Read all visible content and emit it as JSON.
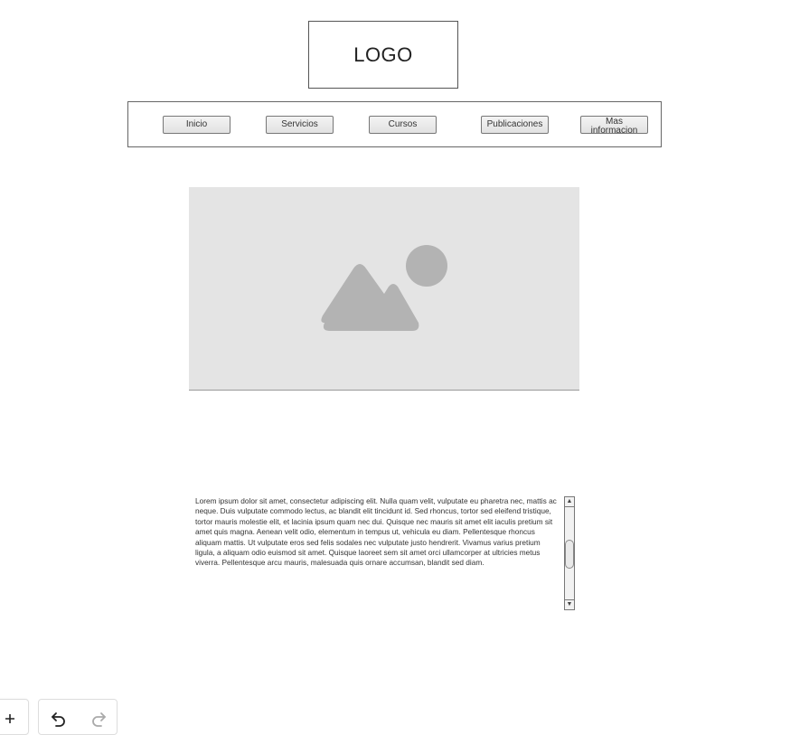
{
  "header": {
    "logo_text": "LOGO"
  },
  "nav": {
    "items": [
      {
        "label": "Inicio"
      },
      {
        "label": "Servicios"
      },
      {
        "label": "Cursos"
      },
      {
        "label": "Publicaciones"
      },
      {
        "label": "Mas informacion"
      }
    ]
  },
  "hero": {
    "icon": "image-placeholder-icon"
  },
  "content": {
    "text": "Lorem ipsum dolor sit amet, consectetur adipiscing elit. Nulla quam velit, vulputate eu pharetra nec, mattis ac neque. Duis vulputate commodo lectus, ac blandit elit tincidunt id. Sed rhoncus, tortor sed eleifend tristique, tortor mauris molestie elit, et lacinia ipsum quam nec dui. Quisque nec mauris sit amet elit iaculis pretium sit amet quis magna. Aenean velit odio, elementum in tempus ut, vehicula eu diam. Pellentesque rhoncus aliquam mattis. Ut vulputate eros sed felis sodales nec vulputate justo hendrerit. Vivamus varius pretium ligula, a aliquam odio euismod sit amet. Quisque laoreet sem sit amet orci ullamcorper at ultricies metus viverra. Pellentesque arcu mauris, malesuada quis ornare accumsan, blandit sed diam."
  },
  "toolbar": {
    "add_label": "+",
    "icons": [
      "plus-icon",
      "undo-icon",
      "redo-icon"
    ]
  }
}
